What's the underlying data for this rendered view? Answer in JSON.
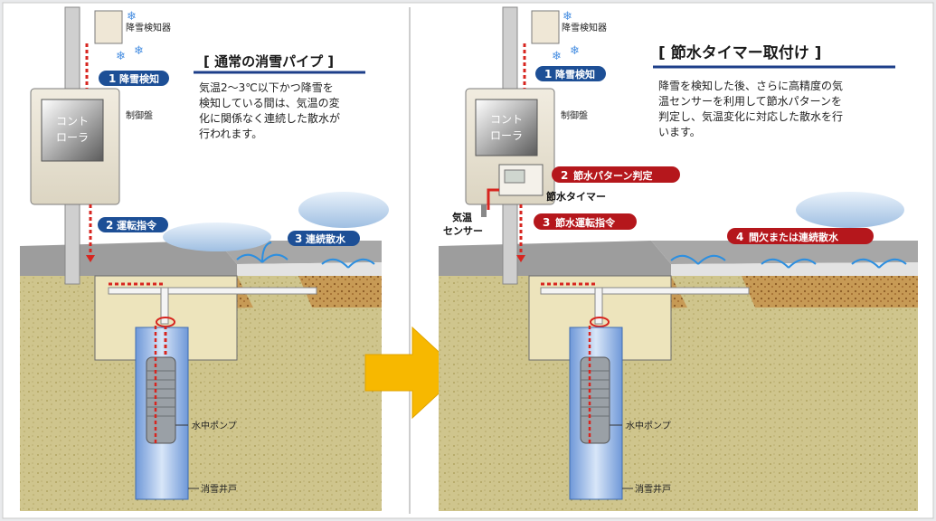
{
  "left": {
    "title": "[ 通常の消雪パイプ ]",
    "desc": [
      "気温2〜3℃以下かつ降雪を",
      "検知している間は、気温の変",
      "化に関係なく連続した散水が",
      "行われます。"
    ],
    "snow_sensor_label": "降雪検知器",
    "control_panel_label": "制御盤",
    "controller_label": [
      "コント",
      "ローラ"
    ],
    "steps": [
      {
        "num": "1",
        "text": "降雪検知"
      },
      {
        "num": "2",
        "text": "運転指令"
      },
      {
        "num": "3",
        "text": "連続散水"
      }
    ],
    "pump_label": "水中ポンプ",
    "well_label": "消雪井戸"
  },
  "right": {
    "title": "[ 節水タイマー取付け ]",
    "desc": [
      "降雪を検知した後、さらに高精度の気",
      "温センサーを利用して節水パターンを",
      "判定し、気温変化に対応した散水を行",
      "います。"
    ],
    "snow_sensor_label": "降雪検知器",
    "control_panel_label": "制御盤",
    "controller_label": [
      "コント",
      "ローラ"
    ],
    "timer_label": "節水タイマー",
    "temp_sensor_label": [
      "気温",
      "センサー"
    ],
    "steps": [
      {
        "num": "1",
        "text": "降雪検知"
      },
      {
        "num": "2",
        "text": "節水パターン判定"
      },
      {
        "num": "3",
        "text": "節水運転指令"
      },
      {
        "num": "4",
        "text": "間欠または連続散水"
      }
    ],
    "pump_label": "水中ポンプ",
    "well_label": "消雪井戸"
  },
  "colors": {
    "blue_badge": "#1d4f96",
    "red_badge": "#b5171c",
    "title_rule": "#1d3f8a",
    "arrow": "#f7b800",
    "soil": "#c9c088",
    "asphalt": "#9a9a9a",
    "signal_red": "#d7251f"
  }
}
